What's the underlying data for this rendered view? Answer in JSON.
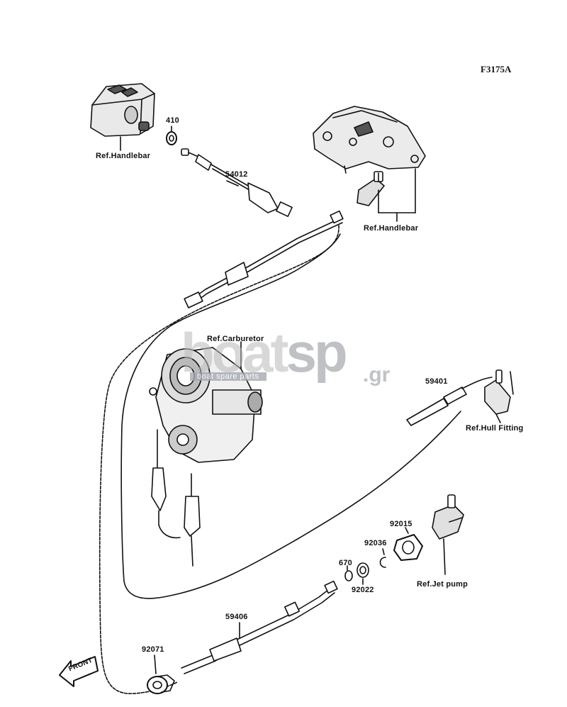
{
  "figure_code": "F3175A",
  "labels": {
    "ref_handlebar_left": "Ref.Handlebar",
    "ref_handlebar_right": "Ref.Handlebar",
    "ref_carburetor": "Ref.Carburetor",
    "ref_hull_fitting": "Ref.Hull Fitting",
    "ref_jet_pump": "Ref.Jet pump",
    "front": "FRONT"
  },
  "part_numbers": {
    "p410": "410",
    "p54012": "54012",
    "p59401": "59401",
    "p92015": "92015",
    "p92036": "92036",
    "p670": "670",
    "p92022": "92022",
    "p59406": "59406",
    "p92071": "92071"
  },
  "watermark": {
    "main": "boat",
    "accent": "sp",
    "suffix": ".gr",
    "tagline": "boat spare parts"
  }
}
